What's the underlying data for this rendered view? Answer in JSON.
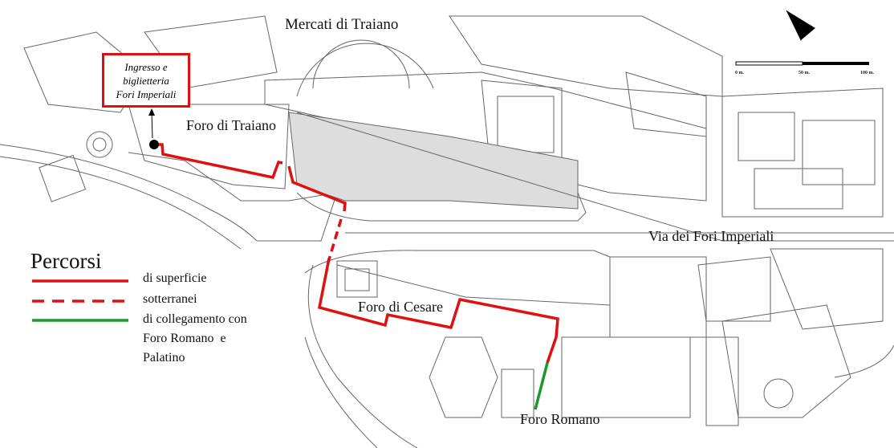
{
  "labels": {
    "mercati": "Mercati di Traiano",
    "foro_traiano": "Foro di Traiano",
    "foro_cesare": "Foro di Cesare",
    "foro_romano": "Foro Romano",
    "via": "Via dei Fori Imperiali"
  },
  "entrance": {
    "line1": "Ingresso e",
    "line2": "biglietteria",
    "line3": "Fori Imperiali"
  },
  "legend": {
    "title": "Percorsi",
    "items": [
      {
        "label": "di superficie",
        "color": "#e01010",
        "style": "solid"
      },
      {
        "label": "sotterranei",
        "color": "#e01010",
        "style": "dashed"
      },
      {
        "label": "di collegamento con",
        "color": "#1a9a2a",
        "style": "solid"
      }
    ],
    "item3_line2": "Foro Romano  e",
    "item3_line3": "Palatino"
  },
  "scale": {
    "labels": [
      "0 m.",
      "50 m.",
      "100 m."
    ]
  },
  "colors": {
    "route": "#e01010",
    "link": "#1a9a2a",
    "plan": "#555555"
  }
}
